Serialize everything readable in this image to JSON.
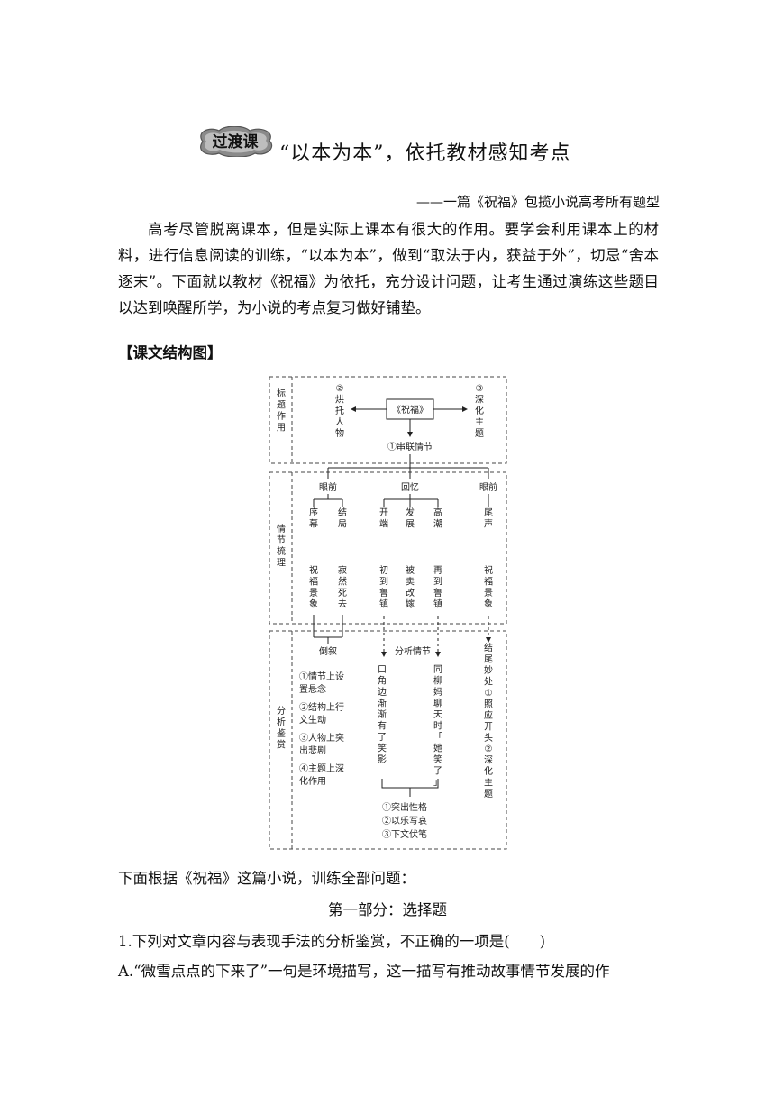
{
  "header": {
    "badge_label": "过渡课",
    "title": "“以本为本”，依托教材感知考点",
    "subtitle": "——一篇《祝福》包揽小说高考所有题型"
  },
  "intro": {
    "paragraph": "高考尽管脱离课本，但是实际上课本有很大的作用。要学会利用课本上的材料，进行信息阅读的训练，“以本为本”，做到“取法于内，获益于外”，切忌“舍本逐末”。下面就以教材《祝福》为依托，充分设计问题，让考生通过演练这些题目以达到唤醒所学，为小说的考点复习做好铺垫。"
  },
  "structure": {
    "heading": "【课文结构图】",
    "row_labels": [
      "标题作用",
      "情节梳理",
      "分析鉴赏"
    ],
    "center_box": "《祝福》",
    "left_branch": "②烘托人物",
    "right_branch": "③深化主题",
    "bottom_branch": "①串联情节",
    "groups": [
      "眼前",
      "回忆",
      "眼前"
    ],
    "stages": [
      "序幕",
      "结局",
      "开端",
      "发展",
      "高潮",
      "尾声"
    ],
    "events": [
      "祝福景象",
      "寂然死去",
      "初到鲁镇",
      "被卖改嫁",
      "再到鲁镇",
      "祝福景象"
    ],
    "dao_xu": "倒叙",
    "fenxi_qingjie": "分析情节",
    "jiewei": "结尾妙处",
    "daoxu_effects": [
      "①情节上设置悬念",
      "②结构上行文生动",
      "③人物上突出悲剧",
      "④主题上深化作用"
    ],
    "detail_left": "口角边渐渐有了笑影",
    "detail_right": "同柳妈聊天时「她笑了」",
    "jiewei_effects": [
      "①照应开头",
      "②深化主题"
    ],
    "plot_effects": [
      "①突出性格",
      "②以乐写哀",
      "③下文伏笔"
    ]
  },
  "content": {
    "lead": "下面根据《祝福》这篇小说，训练全部问题：",
    "part_title": "第一部分：选择题",
    "question": "1.下列对文章内容与表现手法的分析鉴赏，不正确的一项是(　　)",
    "option_a": "A.“微雪点点的下来了”一句是环境描写，这一描写有推动故事情节发展的作"
  }
}
